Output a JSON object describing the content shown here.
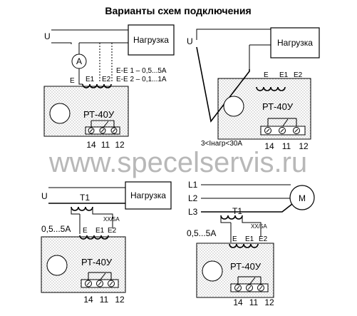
{
  "title": "Варианты схем подключения",
  "watermark": "www.specelservis.ru",
  "diagrams": [
    {
      "id": "d1",
      "source_label": "U",
      "load_label": "Нагрузка",
      "ammeter_label": "A",
      "coil_labels": [
        "E",
        "E1",
        "E2"
      ],
      "range_notes": [
        "E-E 1 – 0,5...5A",
        "E-E 2 – 0,1...1A"
      ],
      "relay_label": "РТ-40У",
      "terminals": [
        "14",
        "11",
        "12"
      ]
    },
    {
      "id": "d2",
      "source_label": "U",
      "load_label": "Нагрузка",
      "coil_labels": [
        "E",
        "E1",
        "E2"
      ],
      "relay_label": "РТ-40У",
      "current_note": "3<Iнагр<30A",
      "terminals": [
        "14",
        "11",
        "12"
      ]
    },
    {
      "id": "d3",
      "source_label": "U",
      "load_label": "Нагрузка",
      "transformer_label": "T1",
      "ratio_label": "XX/5A",
      "range_label": "0,5...5A",
      "coil_labels": [
        "E",
        "E1",
        "E2"
      ],
      "relay_label": "РТ-40У",
      "terminals": [
        "14",
        "11",
        "12"
      ]
    },
    {
      "id": "d4",
      "line_labels": [
        "L1",
        "L2",
        "L3"
      ],
      "motor_label": "M",
      "transformer_label": "T1",
      "ratio_label": "XX/5A",
      "range_label": "0,5...5A",
      "coil_labels": [
        "E",
        "E1",
        "E2"
      ],
      "relay_label": "РТ-40У",
      "terminals": [
        "14",
        "11",
        "12"
      ]
    }
  ]
}
